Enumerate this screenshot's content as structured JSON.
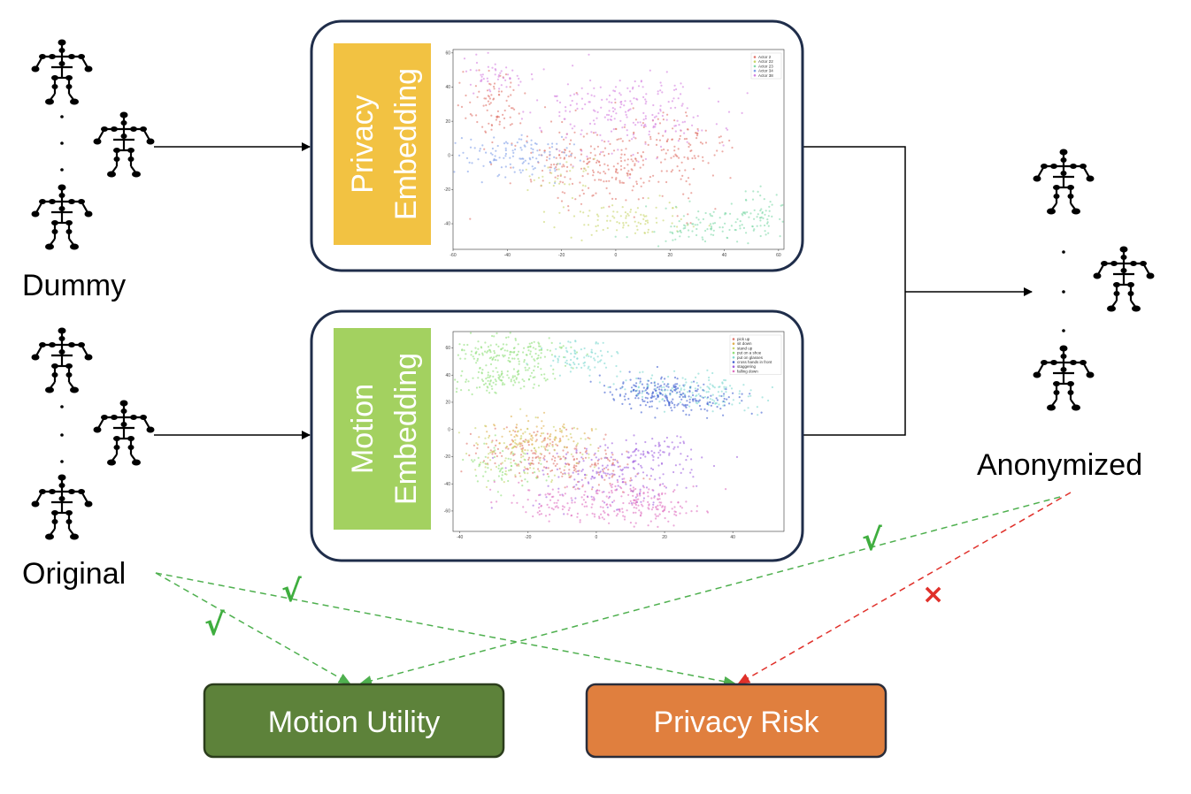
{
  "labels": {
    "dummy": "Dummy",
    "original": "Original",
    "anonymized": "Anonymized",
    "privacy_embedding_line1": "Privacy",
    "privacy_embedding_line2": "Embedding",
    "motion_embedding_line1": "Motion",
    "motion_embedding_line2": "Embedding",
    "motion_utility": "Motion Utility",
    "privacy_risk": "Privacy Risk",
    "check_mark": "√",
    "cross_mark": "×"
  },
  "colors": {
    "privacy_tag": "#F2C242",
    "motion_tag": "#A3D160",
    "motion_utility_box": "#5D823A",
    "privacy_risk_box": "#E07F3E",
    "embedding_panel_border": "#1F2D4A",
    "green_dashed": "#4FB04F",
    "red_dashed": "#E0302A",
    "check_color": "#3FAE3F",
    "cross_color": "#E0302A"
  },
  "chart_data": [
    {
      "type": "scatter",
      "name": "privacy-embedding-plot",
      "xticks": [
        "-60",
        "-40",
        "-20",
        "0",
        "20",
        "40",
        "60"
      ],
      "yticks": [
        "60",
        "40",
        "20",
        "0",
        "-20",
        "-40"
      ],
      "xlim": [
        -60,
        62
      ],
      "ylim": [
        -55,
        62
      ],
      "legend_position": "top-right",
      "series": [
        {
          "name": "Actor 2",
          "color": "#e0746a"
        },
        {
          "name": "Actor 22",
          "color": "#c8d66a"
        },
        {
          "name": "Actor 23",
          "color": "#7fd9a8"
        },
        {
          "name": "Actor 34",
          "color": "#7f9fe8"
        },
        {
          "name": "Actor 38",
          "color": "#d37fe0"
        }
      ]
    },
    {
      "type": "scatter",
      "name": "motion-embedding-plot",
      "xticks": [
        "-40",
        "-20",
        "0",
        "20",
        "40"
      ],
      "yticks": [
        "60",
        "40",
        "20",
        "0",
        "-20",
        "-40",
        "-60"
      ],
      "xlim": [
        -42,
        55
      ],
      "ylim": [
        -75,
        72
      ],
      "legend_position": "top-right",
      "series": [
        {
          "name": "pick up",
          "color": "#e0746a"
        },
        {
          "name": "sit down",
          "color": "#e0b050"
        },
        {
          "name": "stand up",
          "color": "#c8d66a"
        },
        {
          "name": "put on a shoe",
          "color": "#8fdf7a"
        },
        {
          "name": "put on glasses",
          "color": "#7fd9d0"
        },
        {
          "name": "cross hands in front",
          "color": "#3f5fd0"
        },
        {
          "name": "staggering",
          "color": "#a060e0"
        },
        {
          "name": "falling down",
          "color": "#e070c0"
        }
      ]
    }
  ]
}
